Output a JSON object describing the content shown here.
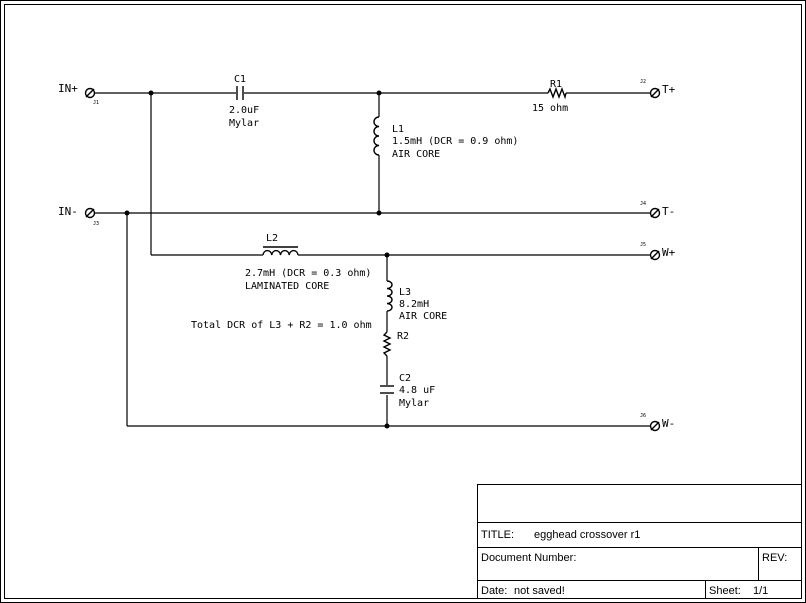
{
  "connectors": {
    "in_plus": {
      "name": "IN+",
      "ref": "J1"
    },
    "in_minus": {
      "name": "IN-",
      "ref": "J3"
    },
    "t_plus": {
      "name": "T+",
      "ref": "J2"
    },
    "t_minus": {
      "name": "T-",
      "ref": "J4"
    },
    "w_plus": {
      "name": "W+",
      "ref": "J5"
    },
    "w_minus": {
      "name": "W-",
      "ref": "J6"
    }
  },
  "components": {
    "c1": {
      "ref": "C1",
      "value": "2.0uF",
      "type": "Mylar"
    },
    "r1": {
      "ref": "R1",
      "value": "15 ohm"
    },
    "l1": {
      "ref": "L1",
      "value": "1.5mH (DCR = 0.9 ohm)",
      "type": "AIR CORE"
    },
    "l2": {
      "ref": "L2",
      "value": "2.7mH (DCR = 0.3 ohm)",
      "type": "LAMINATED CORE"
    },
    "l3": {
      "ref": "L3",
      "value": "8.2mH",
      "type": "AIR CORE"
    },
    "r2": {
      "ref": "R2"
    },
    "c2": {
      "ref": "C2",
      "value": "4.8 uF",
      "type": "Mylar"
    }
  },
  "note": "Total DCR of L3 + R2 = 1.0 ohm",
  "title_block": {
    "title_label": "TITLE:",
    "title": "egghead crossover r1",
    "doc_number_label": "Document Number:",
    "rev_label": "REV:",
    "date_label": "Date:",
    "date": "not saved!",
    "sheet_label": "Sheet:",
    "sheet": "1/1"
  }
}
